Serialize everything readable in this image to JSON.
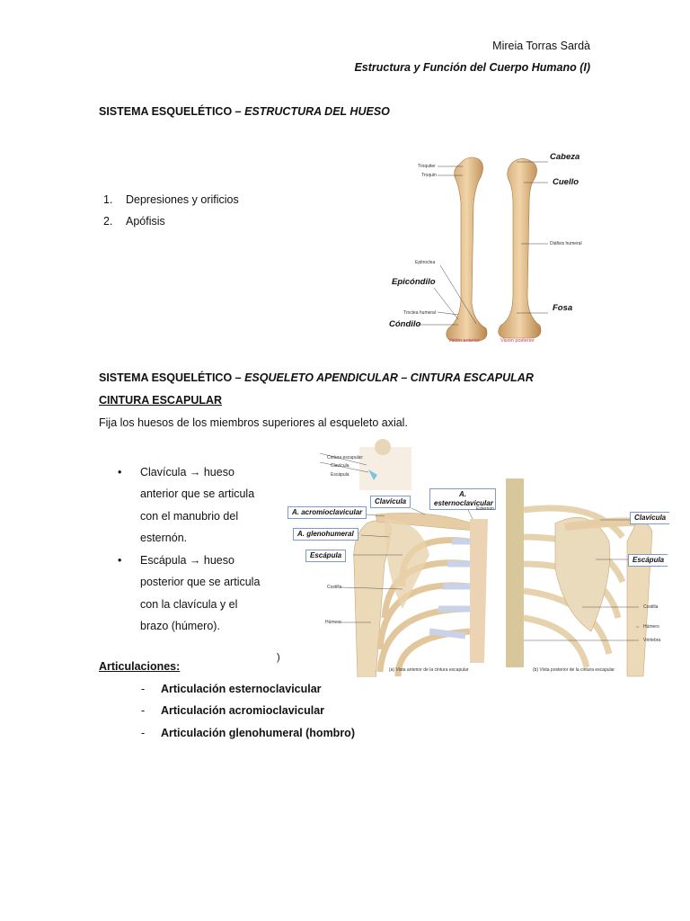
{
  "header": {
    "author": "Mireia Torras Sardà",
    "course": "Estructura y Función del Cuerpo Humano (I)"
  },
  "section1": {
    "title_plain": "SISTEMA ESQUELÉTICO – ",
    "title_italic": "ESTRUCTURA DEL HUESO",
    "list": [
      {
        "num": "1.",
        "text": "Depresiones y orificios"
      },
      {
        "num": "2.",
        "text": "Apófisis"
      }
    ],
    "figure": {
      "labels": {
        "troquiter": "Troquiter",
        "troquin": "Troquin",
        "epitroclea": "Epitroclea",
        "epicondilo": "Epicóndilo",
        "troclea": "Troclea humeral",
        "condilo": "Cóndilo",
        "cabeza": "Cabeza",
        "cuello": "Cuello",
        "diafisis": "Diáfisis humeral",
        "fosa": "Fosa",
        "anterior": "Visión anterior",
        "posterior": "Visión posterior"
      }
    }
  },
  "section2": {
    "title_plain": "SISTEMA ESQUELÉTICO – ",
    "title_italic": "ESQUELETO APENDICULAR – CINTURA ESCAPULAR",
    "subtitle": "CINTURA ESCAPULAR",
    "intro": "Fija los huesos de los miembros superiores al esqueleto axial.",
    "bullets": [
      [
        "Clavícula → hueso",
        "anterior que se articula",
        "con el manubrio del",
        "esternón."
      ],
      [
        "Escápula → hueso",
        "posterior que se articula",
        "con la clavícula y el",
        "brazo (húmero)."
      ]
    ],
    "stray": ")",
    "figure": {
      "inset": {
        "title": "Cintura escapular:",
        "clavicula": "Clavícula",
        "escapula": "Escápula"
      },
      "anterior": {
        "clavicula": "Clavícula",
        "esterno_1": "A.",
        "esterno_2": "esternoclavicular",
        "acromio": "A. acromioclavicular",
        "gleno": "A. glenohumeral",
        "escapula": "Escápula",
        "esternon": "Esternon",
        "costilla": "Costilla",
        "humero": "Húmero",
        "caption": "(a) Vista anterior de la cintura escapular"
      },
      "posterior": {
        "clavicula": "Clavícula",
        "escapula": "Escápula",
        "costilla": "Costilla",
        "humero": "Húmero",
        "vertebra": "Vértebra",
        "caption": "(b) Vista posterior de la cintura escapular"
      }
    }
  },
  "articulaciones": {
    "title": "Articulaciones:",
    "items": [
      {
        "dash": "-",
        "text": "Articulación esternoclavicular"
      },
      {
        "dash": "-",
        "text": "Articulación acromioclavicular"
      },
      {
        "dash": "-",
        "text": "Articulación glenohumeral (hombro)"
      }
    ]
  }
}
